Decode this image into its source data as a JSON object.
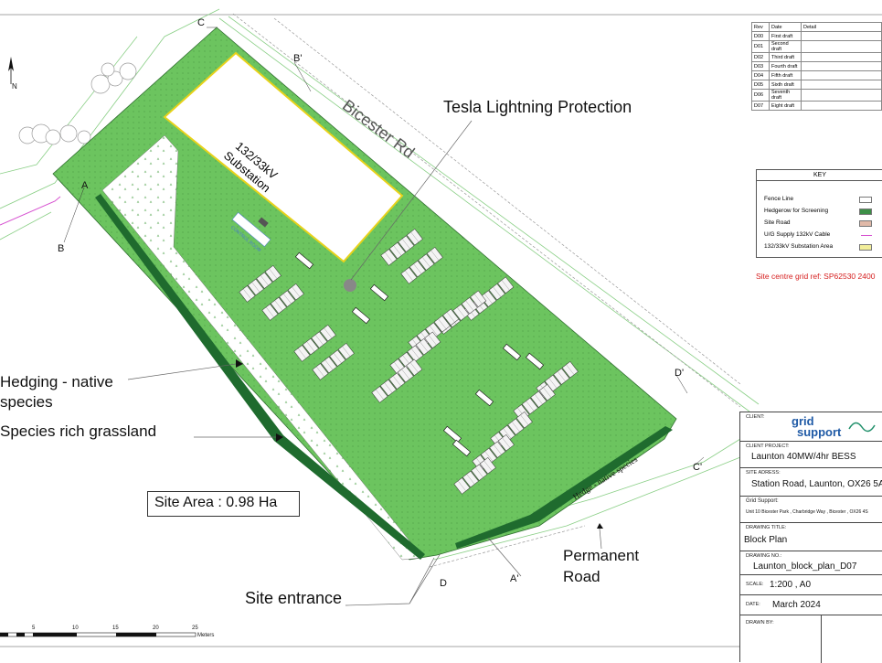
{
  "labels": {
    "point_c": "C",
    "point_b_prime": "B'",
    "point_a": "A",
    "point_b": "B",
    "point_d": "D",
    "point_d_prime": "D'",
    "point_c_prime": "C'",
    "point_a_prime": "A'",
    "north": "N",
    "road_name": "Bicester Rd",
    "tesla": "Tesla Lightning Protection",
    "substation_line1": "132/33kV",
    "substation_line2": "Substation",
    "control_room": "CONTROL ROOM",
    "hedging_line1": "Hedging  - native",
    "hedging_line2": "species",
    "grassland": "Species rich grassland",
    "site_area": "Site Area : 0.98 Ha",
    "site_entrance": "Site entrance",
    "permanent_road_line1": "Permanent",
    "permanent_road_line2": "Road",
    "hedge_label": "Hedge - native species"
  },
  "scale_bar": {
    "ticks": [
      "5",
      "10",
      "15",
      "20",
      "25"
    ],
    "unit": "Meters"
  },
  "revisions": {
    "headers": [
      "Rev",
      "Date",
      "Detail"
    ],
    "rows": [
      [
        "D00",
        "First draft"
      ],
      [
        "D01",
        "Second draft"
      ],
      [
        "D02",
        "Third draft"
      ],
      [
        "D03",
        "Fourth draft"
      ],
      [
        "D04",
        "Fifth draft"
      ],
      [
        "D05",
        "Sixth draft"
      ],
      [
        "D06",
        "Seventh draft"
      ],
      [
        "D07",
        "Eight draft"
      ]
    ]
  },
  "key": {
    "title": "KEY",
    "items": [
      {
        "label": "Fence Line",
        "color": "#ffffff"
      },
      {
        "label": "Hedgerow for Screening",
        "color": "#3d8f47"
      },
      {
        "label": "Site Road",
        "color": "#e0b9a8"
      },
      {
        "label": "U/G Supply 132kV Cable",
        "color": "#d651d0"
      },
      {
        "label": "132/33kV Substation Area",
        "color": "#f2ee9a"
      }
    ]
  },
  "grid_ref": "Site centre  grid ref:  SP62530 2400",
  "title_block": {
    "client_caption": "CLIENT:",
    "client_logo_line1": "grid",
    "client_logo_line2": "support",
    "project_caption": "CLIENT PROJECT:",
    "project": "Launton 40MW/4hr BESS",
    "address_caption": "SITE ADRESS:",
    "address": "Station Road, Launton, OX26 5A",
    "grid_support_caption": "Grid Support:",
    "grid_support_address": "Unit 10 Bicester Park , Charbridge Way , Bicester , OX26 4S",
    "drawing_title_caption": "DRAWING TITLE:",
    "drawing_title": "Block Plan",
    "drawing_no_caption": "DRAWING NO.:",
    "drawing_no": "Launton_block_plan_D07",
    "scale_caption": "SCALE:",
    "scale": "1:200 , A0",
    "date_caption": "DATE:",
    "date": "March  2024",
    "drawn_by_caption": "DRAWN BY:"
  },
  "colors": {
    "site_green": "#67c25c",
    "grass_green": "#8fd67a",
    "hedge_dark": "#1f6b2e",
    "substation_border": "#e8d21a",
    "cable_magenta": "#d651d0",
    "outline_green": "#7cc77a",
    "red_text": "#d62020"
  }
}
